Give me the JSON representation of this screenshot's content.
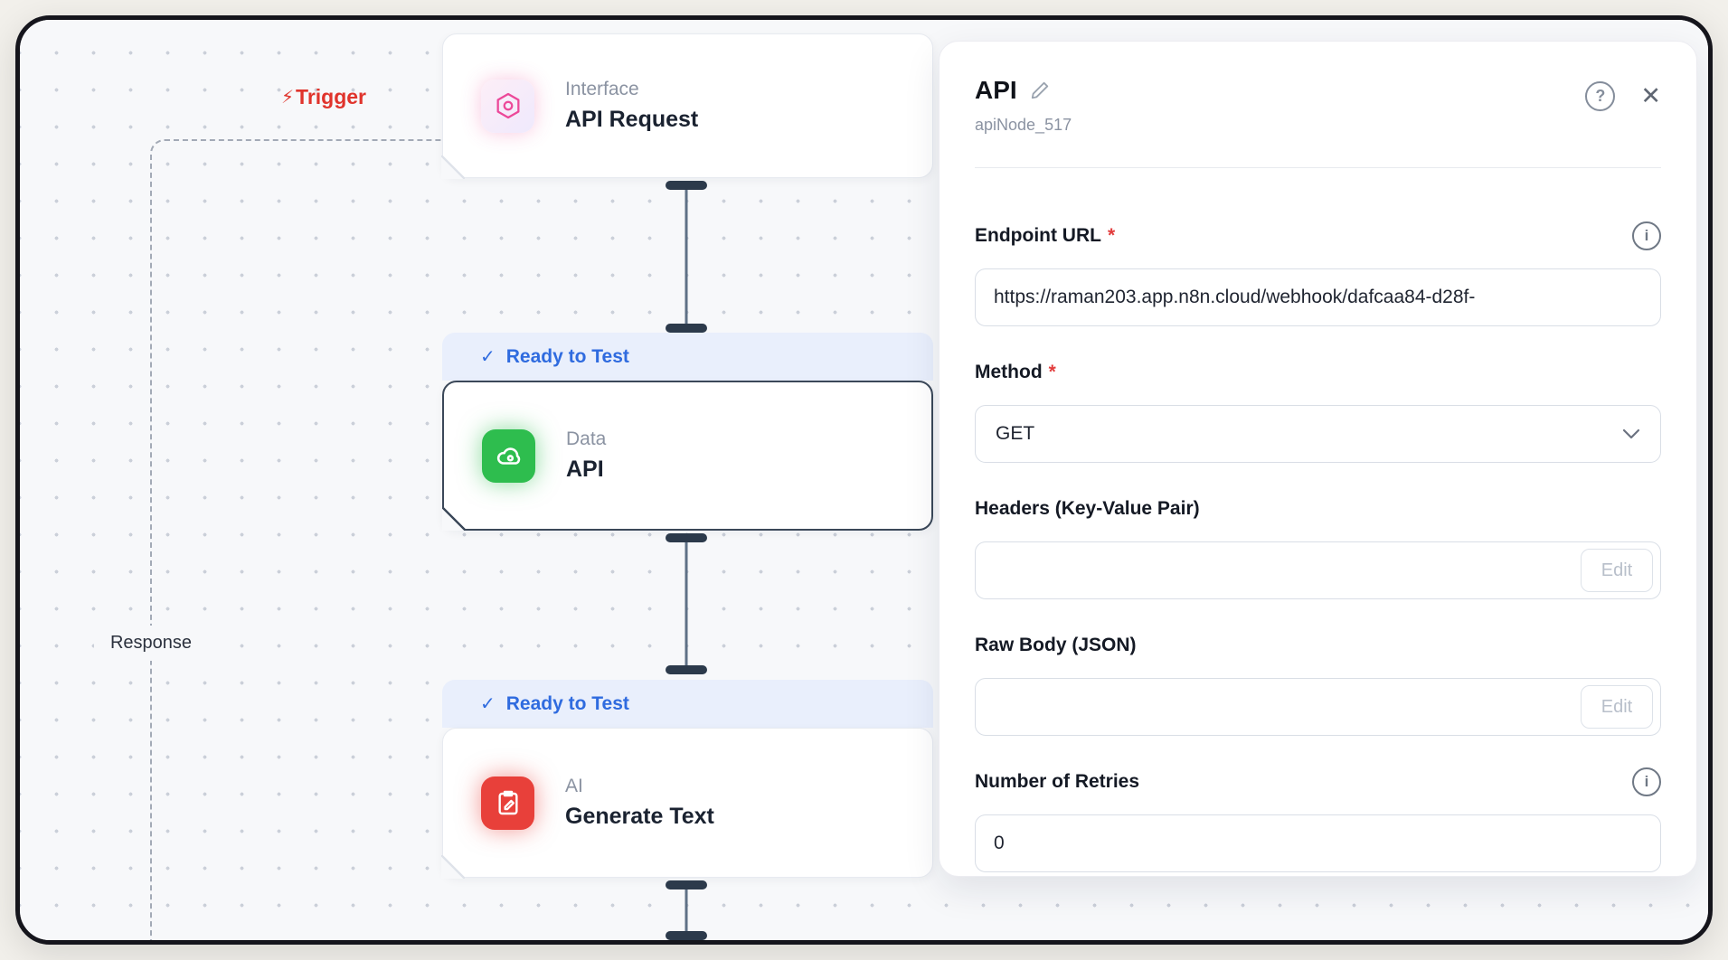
{
  "icons": {
    "lightning": "⚡",
    "check": "✓",
    "help": "?",
    "close": "✕",
    "info": "i",
    "asterisk": "*"
  },
  "colors": {
    "trigger_red": "#e0342c",
    "badge_blue": "#2f6bdf",
    "interface_pink": "#ec4899",
    "data_green": "#2ebd4e",
    "ai_red": "#e8403a",
    "selected_border": "#3b4859"
  },
  "canvas": {
    "trigger_label": "Trigger",
    "response_label": "Response",
    "nodes": [
      {
        "category": "Interface",
        "name": "API Request"
      },
      {
        "category": "Data",
        "name": "API",
        "badge": "Ready to Test",
        "selected": true
      },
      {
        "category": "AI",
        "name": "Generate Text",
        "badge": "Ready to Test"
      }
    ]
  },
  "panel": {
    "title": "API",
    "subtitle": "apiNode_517",
    "fields": {
      "endpoint": {
        "label": "Endpoint URL",
        "value": "https://raman203.app.n8n.cloud/webhook/dafcaa84-d28f-"
      },
      "method": {
        "label": "Method",
        "value": "GET"
      },
      "headers": {
        "label": "Headers (Key-Value Pair)",
        "value": "",
        "edit_label": "Edit"
      },
      "raw_body": {
        "label": "Raw Body (JSON)",
        "value": "",
        "edit_label": "Edit"
      },
      "retries": {
        "label": "Number of Retries",
        "value": "0"
      }
    }
  }
}
